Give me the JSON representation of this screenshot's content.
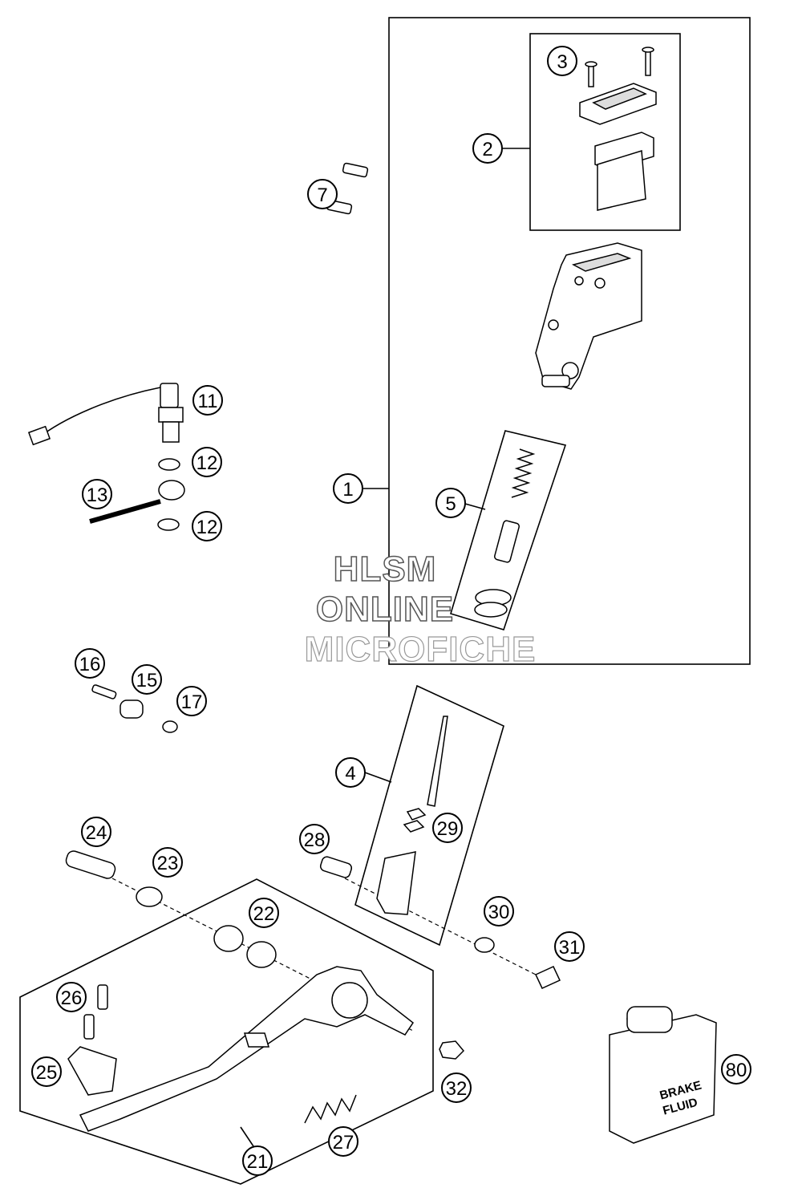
{
  "watermark": {
    "line1": "HLSM",
    "line2": "ONLINE",
    "line3": "MICROFICHE"
  },
  "callouts": [
    {
      "id": "c1",
      "label": "1"
    },
    {
      "id": "c2",
      "label": "2"
    },
    {
      "id": "c3",
      "label": "3"
    },
    {
      "id": "c4",
      "label": "4"
    },
    {
      "id": "c5",
      "label": "5"
    },
    {
      "id": "c7",
      "label": "7"
    },
    {
      "id": "c11",
      "label": "11"
    },
    {
      "id": "c12a",
      "label": "12"
    },
    {
      "id": "c12b",
      "label": "12"
    },
    {
      "id": "c13",
      "label": "13"
    },
    {
      "id": "c15",
      "label": "15"
    },
    {
      "id": "c16",
      "label": "16"
    },
    {
      "id": "c17",
      "label": "17"
    },
    {
      "id": "c21",
      "label": "21"
    },
    {
      "id": "c22",
      "label": "22"
    },
    {
      "id": "c23",
      "label": "23"
    },
    {
      "id": "c24",
      "label": "24"
    },
    {
      "id": "c25",
      "label": "25"
    },
    {
      "id": "c26",
      "label": "26"
    },
    {
      "id": "c27",
      "label": "27"
    },
    {
      "id": "c28",
      "label": "28"
    },
    {
      "id": "c29",
      "label": "29"
    },
    {
      "id": "c30",
      "label": "30"
    },
    {
      "id": "c31",
      "label": "31"
    },
    {
      "id": "c32",
      "label": "32"
    },
    {
      "id": "c80",
      "label": "80"
    }
  ],
  "bottle_label": {
    "line1": "BRAKE",
    "line2": "FLUID"
  }
}
